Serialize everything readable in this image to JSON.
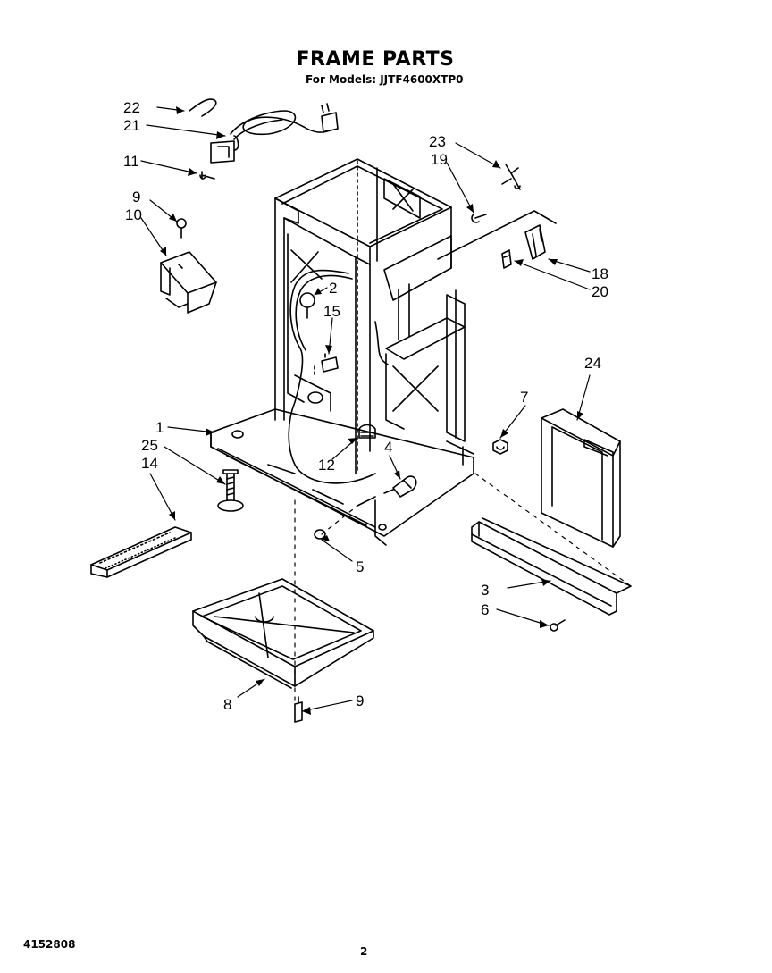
{
  "header": {
    "title": "FRAME PARTS",
    "subtitle": "For Models: JJTF4600XTP0"
  },
  "footer": {
    "doc_number": "4152808",
    "page_number": "2"
  },
  "callouts": {
    "c22": "22",
    "c21": "21",
    "c11": "11",
    "c9a": "9",
    "c10": "10",
    "c23": "23",
    "c19": "19",
    "c18": "18",
    "c20": "20",
    "c2": "2",
    "c15": "15",
    "c24": "24",
    "c7": "7",
    "c1": "1",
    "c25": "25",
    "c14": "14",
    "c12": "12",
    "c4": "4",
    "c5": "5",
    "c3": "3",
    "c6": "6",
    "c8": "8",
    "c9b": "9"
  }
}
